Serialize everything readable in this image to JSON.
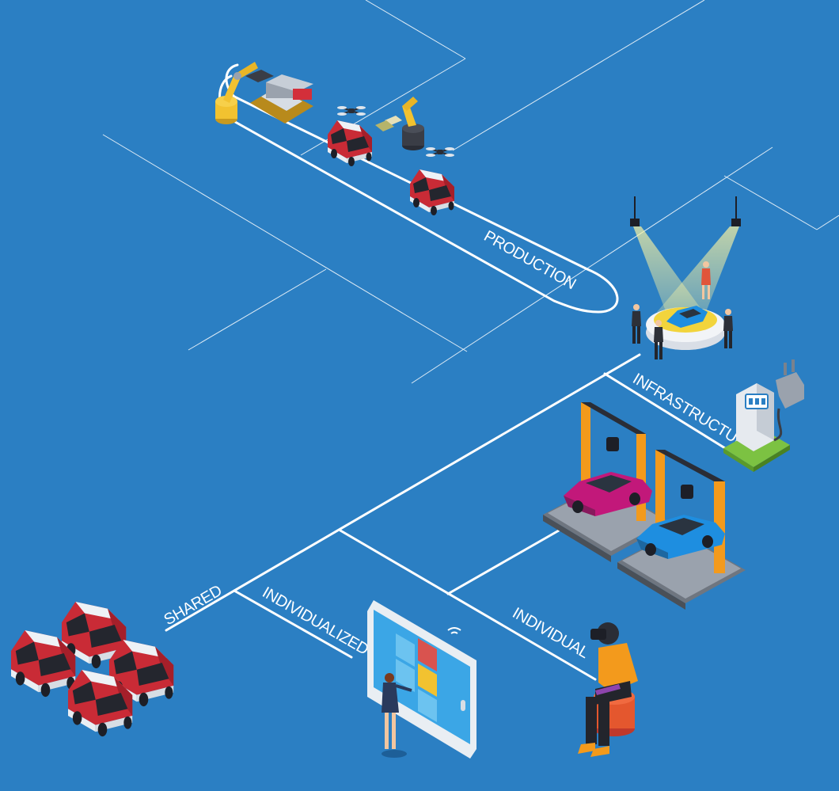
{
  "diagram": {
    "background_color": "#2b7fc3",
    "line_color": "#ffffff",
    "labels": {
      "production": "PRODUCTION",
      "infrastructure": "INFRASTRUCTURE",
      "shared": "SHARED",
      "individualized": "INDIVIDUALIZED",
      "individual": "INDIVIDUAL"
    },
    "illustrations": [
      "robot-arm-icon",
      "assembly-jig-icon",
      "drone-icon",
      "autonomous-shuttle-icon",
      "showroom-spotlight-icon",
      "charging-station-icon",
      "car-3d-printer-icon",
      "tablet-configurator-icon",
      "person-with-vr-headset-icon"
    ],
    "colors": {
      "shuttle_body": "#d32f3a",
      "robot_yellow": "#f2c230",
      "printer_frame": "#f39a1c",
      "car_magenta": "#c2187a",
      "car_blue": "#1e8ee0",
      "tablet_screen": "#3ba6e6",
      "charger_green": "#7cc242"
    }
  }
}
